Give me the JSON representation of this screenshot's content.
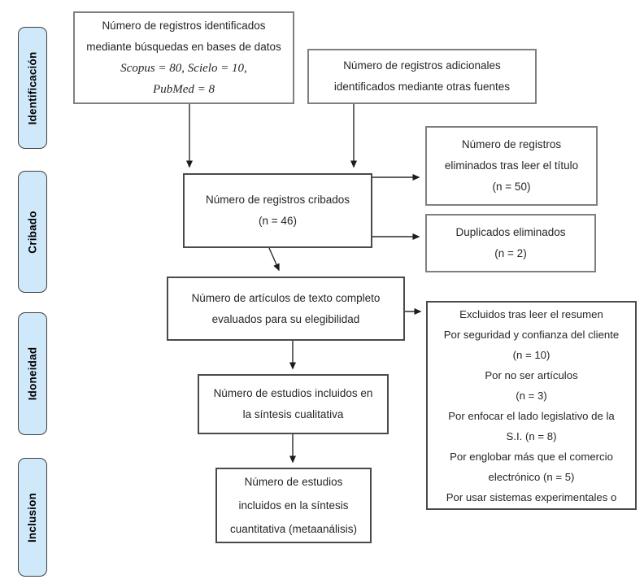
{
  "diagram_title": "PRISMA flow diagram (Spanish)",
  "colors": {
    "stage_fill": "#cfe9fb",
    "stage_border": "#3f3f3f",
    "box_border_gray": "#7f7f7f",
    "box_border_dark": "#4a4a4a",
    "arrow": "#2b2b2b",
    "background": "#ffffff"
  },
  "stages": [
    {
      "label": "Identificación"
    },
    {
      "label": "Cribado"
    },
    {
      "label": "Idoneidad"
    },
    {
      "label": "Inclusion"
    }
  ],
  "boxes": {
    "identified_db": {
      "lines": [
        "Número de registros identificados",
        "mediante búsquedas en bases de datos"
      ],
      "italic_lines": [
        "Scopus = 80, Scielo = 10,",
        "PubMed = 8"
      ]
    },
    "additional_sources": {
      "lines": [
        "Número de registros adicionales",
        "identificados mediante otras fuentes"
      ]
    },
    "removed_after_title": {
      "lines": [
        "Número de registros",
        "eliminados tras leer el título",
        "(n = 50)"
      ]
    },
    "screened": {
      "lines": [
        "Número de registros cribados",
        "(n = 46)"
      ]
    },
    "duplicates_removed": {
      "lines": [
        "Duplicados eliminados",
        "(n = 2)"
      ]
    },
    "fulltext_assessed": {
      "lines": [
        "Número de artículos de texto completo",
        "evaluados para su elegibilidad"
      ]
    },
    "excluded_after_abstract": {
      "lines": [
        "Excluidos tras leer el resumen",
        "Por seguridad y confianza del cliente",
        "(n = 10)",
        "Por no ser artículos",
        "(n = 3)",
        "Por enfocar el lado legislativo de la",
        "S.I. (n = 8)",
        "Por englobar más que el comercio",
        "electrónico (n = 5)",
        "Por usar sistemas experimentales o"
      ]
    },
    "qualitative_synthesis": {
      "lines": [
        "Número de estudios incluidos en",
        "la síntesis cualitativa"
      ]
    },
    "quantitative_synthesis": {
      "lines": [
        "Número de estudios",
        "incluidos en la síntesis",
        "cuantitativa (metaanálisis)"
      ]
    }
  }
}
